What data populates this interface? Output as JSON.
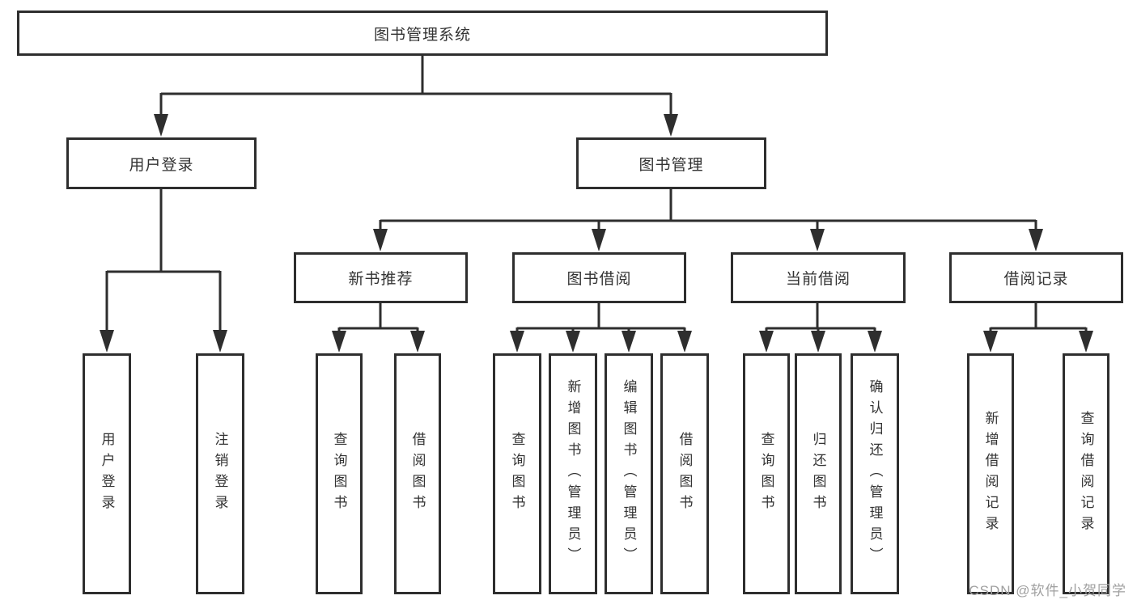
{
  "diagram": {
    "title": "图书管理系统",
    "root": {
      "label": "图书管理系统"
    },
    "level2": [
      {
        "label": "用户登录"
      },
      {
        "label": "图书管理"
      }
    ],
    "level3": [
      {
        "label": "新书推荐",
        "parent": "图书管理"
      },
      {
        "label": "图书借阅",
        "parent": "图书管理"
      },
      {
        "label": "当前借阅",
        "parent": "图书管理"
      },
      {
        "label": "借阅记录",
        "parent": "图书管理"
      }
    ],
    "leaves": [
      {
        "label": "用户登录",
        "parent": "用户登录"
      },
      {
        "label": "注销登录",
        "parent": "用户登录"
      },
      {
        "label": "查询图书",
        "parent": "新书推荐"
      },
      {
        "label": "借阅图书",
        "parent": "新书推荐"
      },
      {
        "label": "查询图书",
        "parent": "图书借阅"
      },
      {
        "label": "新增图书（管理员）",
        "parent": "图书借阅"
      },
      {
        "label": "编辑图书（管理员）",
        "parent": "图书借阅"
      },
      {
        "label": "借阅图书",
        "parent": "图书借阅"
      },
      {
        "label": "查询图书",
        "parent": "当前借阅"
      },
      {
        "label": "归还图书",
        "parent": "当前借阅"
      },
      {
        "label": "确认归还（管理员）",
        "parent": "当前借阅"
      },
      {
        "label": "新增借阅记录",
        "parent": "借阅记录"
      },
      {
        "label": "查询借阅记录",
        "parent": "借阅记录"
      }
    ]
  },
  "watermark": {
    "text": "CSDN @软件_小贺同学"
  },
  "colors": {
    "line": "#2e2e2e",
    "text": "#333333",
    "watermark": "#a0a0a0",
    "background": "#ffffff"
  }
}
